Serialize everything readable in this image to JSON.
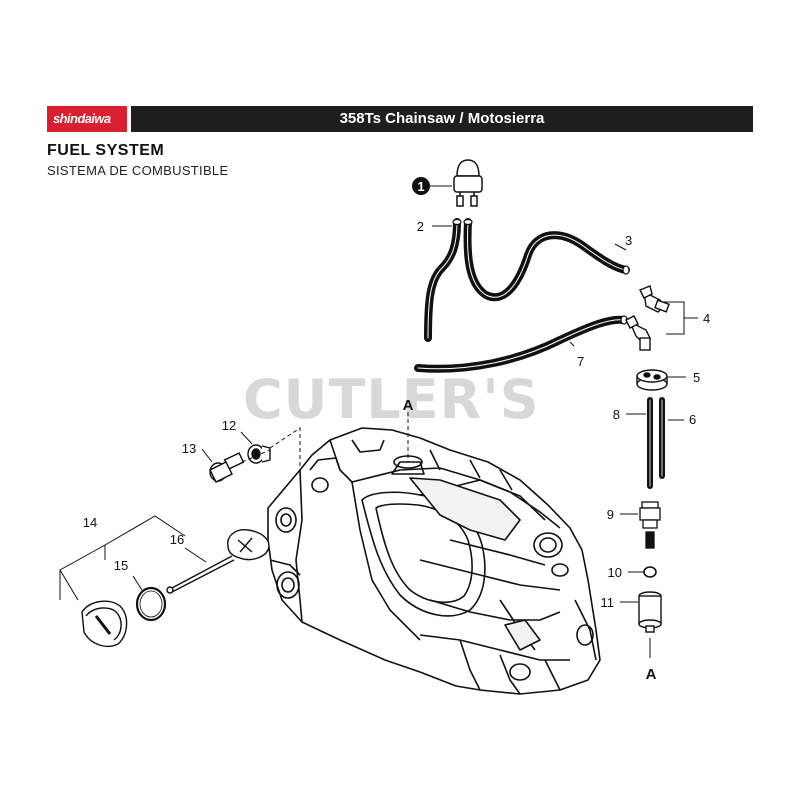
{
  "header": {
    "brand": "shindaiwa",
    "title": "358Ts Chainsaw / Motosierra",
    "brand_color": "#d92030",
    "bar_color": "#1e1e1e"
  },
  "section": {
    "title": "FUEL SYSTEM",
    "subtitle": "SISTEMA DE COMBUSTIBLE"
  },
  "watermark": "CUTLER'S",
  "callouts": {
    "p1": "1",
    "p2": "2",
    "p3": "3",
    "p4": "4",
    "p5": "5",
    "p6": "6",
    "p7": "7",
    "p8": "8",
    "p9": "9",
    "p10": "10",
    "p11": "11",
    "p12": "12",
    "p13": "13",
    "p14": "14",
    "p15": "15",
    "p16": "16",
    "refA_top": "A",
    "refA_bottom": "A"
  }
}
